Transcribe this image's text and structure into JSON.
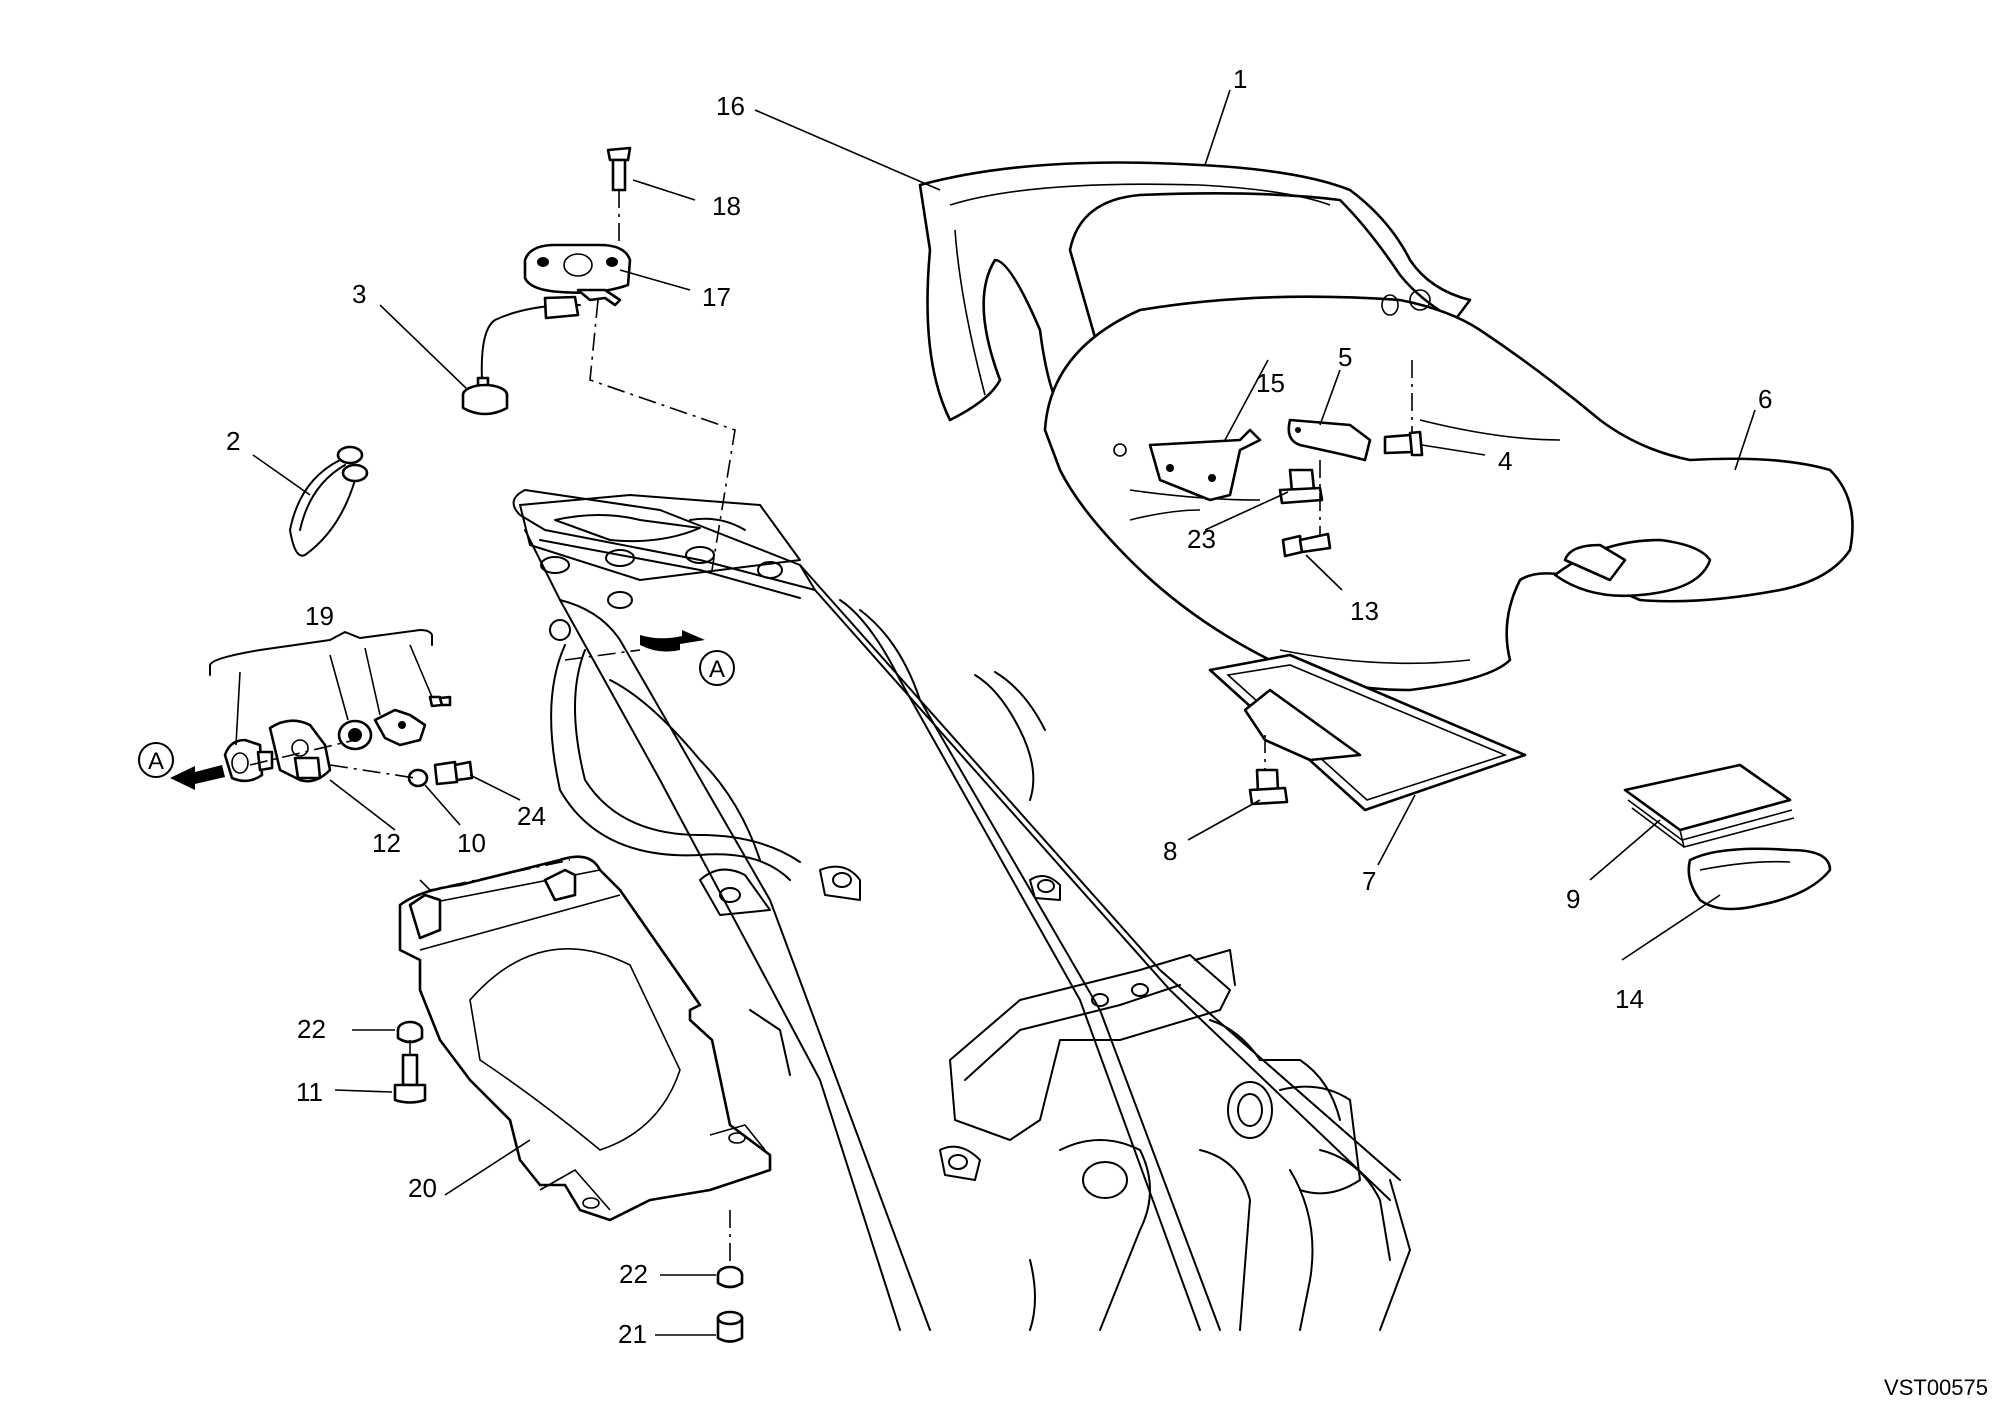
{
  "diagram": {
    "callouts": [
      "1",
      "2",
      "3",
      "4",
      "5",
      "6",
      "7",
      "8",
      "9",
      "10",
      "11",
      "12",
      "13",
      "14",
      "15",
      "16",
      "17",
      "18",
      "19",
      "20",
      "21",
      "22",
      "22",
      "23",
      "24"
    ],
    "view_refs": [
      "A",
      "A"
    ],
    "drawing_code": "VST00575"
  }
}
